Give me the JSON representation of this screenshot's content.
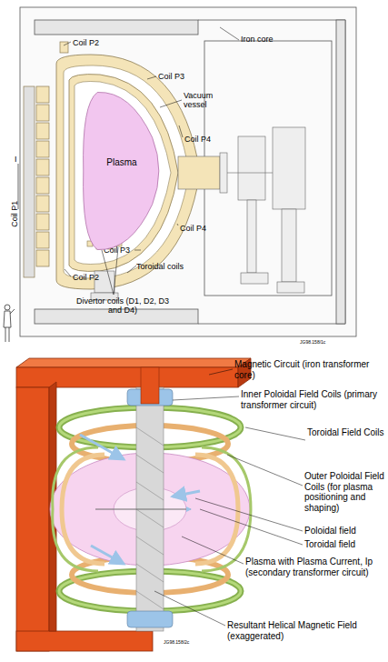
{
  "diagram": {
    "nodes": [
      {
        "text": [
          "Plasma"
        ]
      }
    ],
    "labels": [
      "Iron core",
      "Coil P2",
      "Coil P3",
      "Vacuum vessel",
      "Coil P4",
      "Coil P1",
      "I",
      "Coil P4",
      "Coil P3",
      "Coil P2",
      "Toroidal coils",
      "Divertor coils (D1, D2, D3 and D4)",
      "JG98.158/1c",
      "Magnetic Circuit (iron transformer core)",
      "Inner Poloidal Field Coils (primary transformer circuit)",
      "Toroidal Field Coils",
      "Outer Poloidal Field Coils (for plasma positioning and shaping)",
      "Poloidal field",
      "Toroidal field",
      "Plasma with Plasma Current, Ip (secondary transformer circuit)",
      "Resultant Helical Magnetic Field (exaggerated)",
      "JG98.158/2c"
    ]
  }
}
